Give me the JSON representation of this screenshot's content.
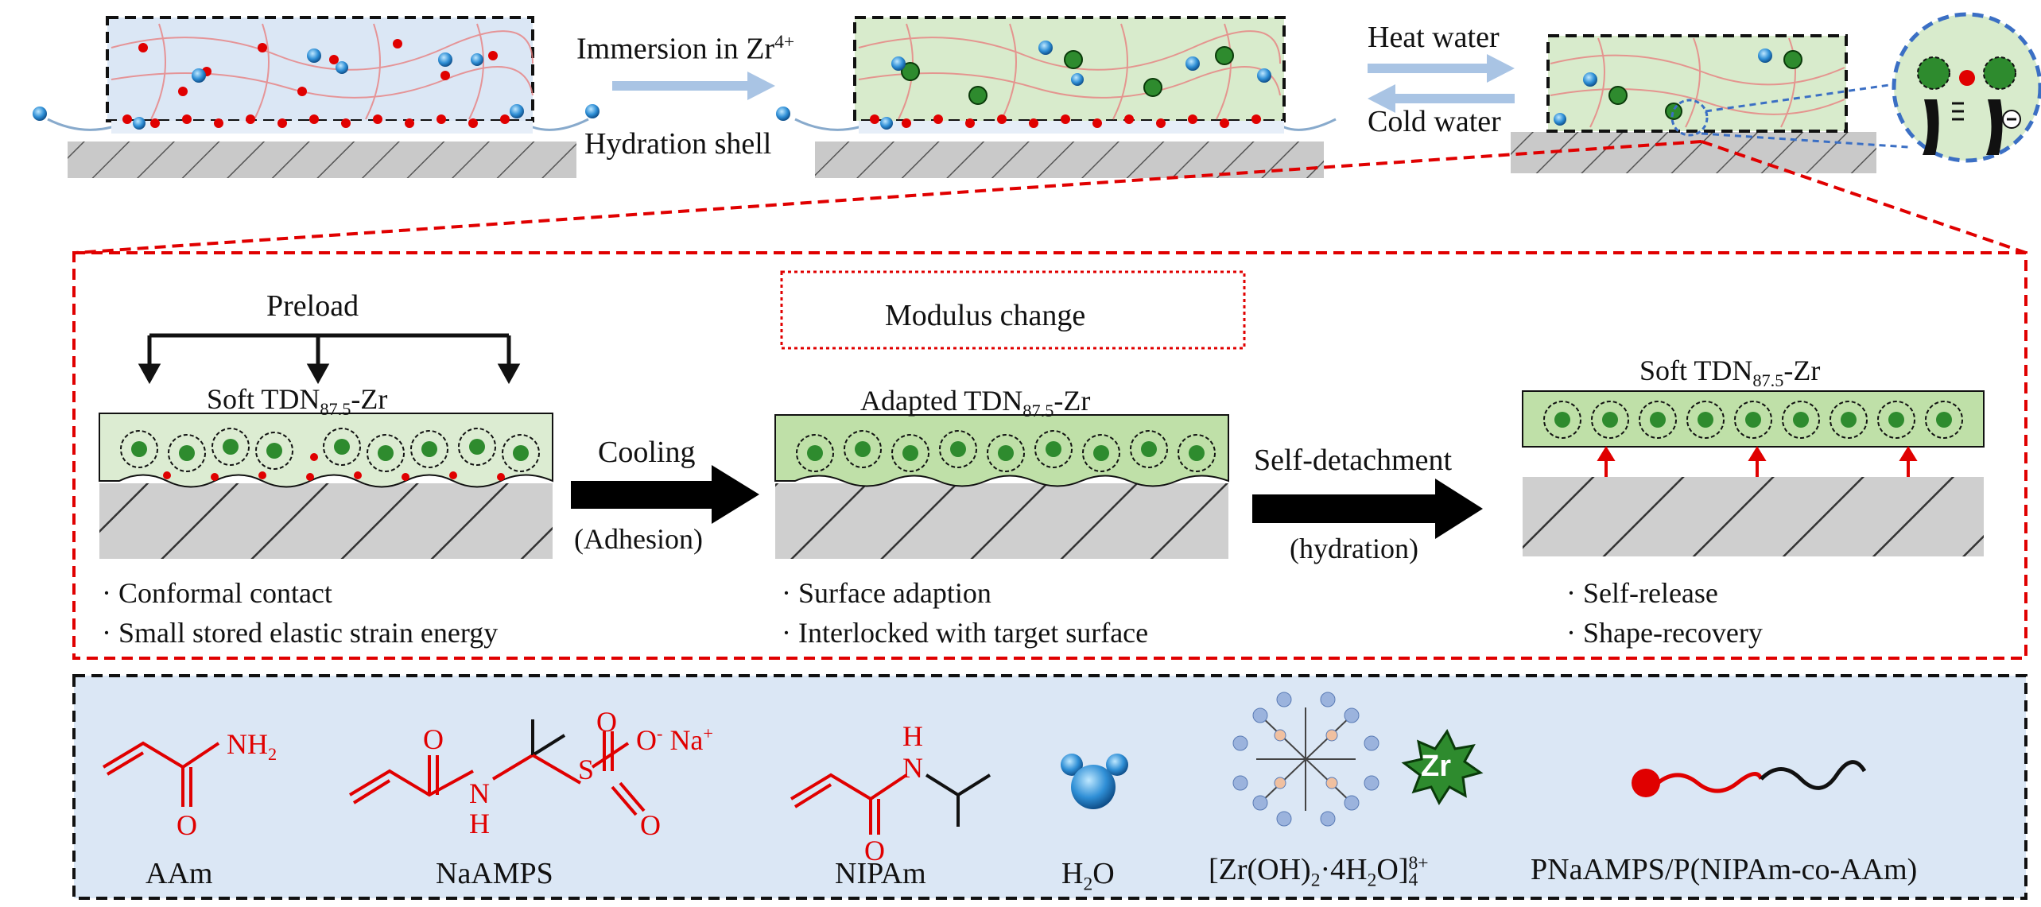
{
  "top": {
    "arrow1_label": "Immersion in Zr",
    "arrow1_sup": "4+",
    "hydration_label": "Hydration shell",
    "heat_label": "Heat water",
    "cold_label": "Cold water"
  },
  "middle": {
    "preload": "Preload",
    "modulus": "Modulus change",
    "panel1_title": "Soft TDN",
    "panel1_sub": "87.5",
    "panel1_suffix": "-Zr",
    "panel2_title": "Adapted TDN",
    "panel2_sub": "87.5",
    "panel2_suffix": "-Zr",
    "panel3_title": "Soft TDN",
    "panel3_sub": "87.5",
    "panel3_suffix": "-Zr",
    "cooling": "Cooling",
    "adhesion": "(Adhesion)",
    "self_detach": "Self-detachment",
    "hydration": "(hydration)",
    "bullets1": [
      "Conformal contact",
      "Small stored elastic strain energy"
    ],
    "bullets2": [
      "Surface adaption",
      "Interlocked with target surface"
    ],
    "bullets3": [
      "Self-release",
      "Shape-recovery"
    ]
  },
  "legend": {
    "aam": "AAm",
    "naamps": "NaAMPS",
    "nipam": "NIPAm",
    "h2o_h": "H",
    "h2o_sub": "2",
    "h2o_o": "O",
    "zr_complex": "[Zr(OH)",
    "zr_complex_sub": "2",
    "zr_complex_mid": "·4H",
    "zr_complex_sub2": "2",
    "zr_complex_end": "O]",
    "zr_complex_sup": "8+",
    "zr_complex_sub4": "4",
    "zr_icon_text": "Zr",
    "polymer": "PNaAMPS/P(NIPAm-co-AAm)",
    "nh2": "NH",
    "nh2_sub": "2",
    "o": "O",
    "n": "N",
    "h": "H",
    "s": "S",
    "o_minus": "O",
    "na_plus": "Na"
  },
  "colors": {
    "red": "#e00000",
    "blue_bg": "#dbe7f5",
    "green_bg": "#d8ebcc",
    "arrow_blue": "#a9c4e4",
    "zr_green": "#2e8b2e"
  }
}
